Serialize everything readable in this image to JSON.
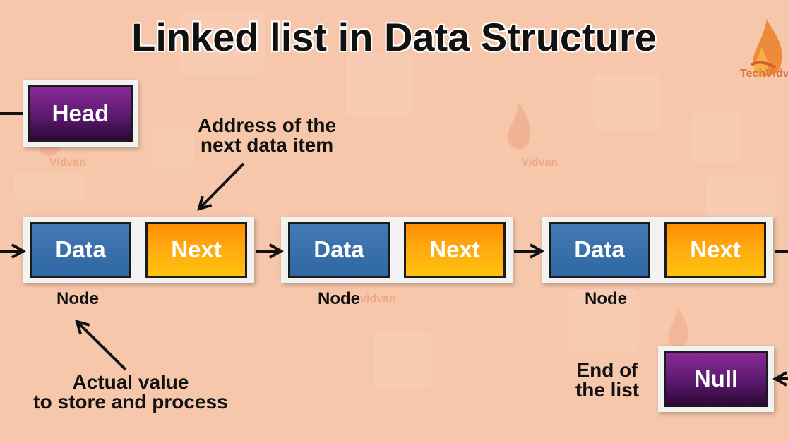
{
  "title": "Linked list in Data Structure",
  "head_label": "Head",
  "null_label": "Null",
  "nodes": [
    {
      "data": "Data",
      "next": "Next",
      "caption": "Node"
    },
    {
      "data": "Data",
      "next": "Next",
      "caption": "Node"
    },
    {
      "data": "Data",
      "next": "Next",
      "caption": "Node"
    }
  ],
  "annotations": {
    "address_line1": "Address of the",
    "address_line2": "next data item",
    "value_line1": "Actual value",
    "value_line2": "to store and process",
    "end_line1": "End of",
    "end_line2": "the list"
  },
  "watermarks": [
    "Vidvan",
    "Vidvan",
    "vidvan"
  ],
  "logo_text": "TechVidvan",
  "colors": {
    "background": "#f6c7ab",
    "head_null": "#5b1a6e",
    "data_cell": "#2f68a4",
    "next_cell": "#ffa810",
    "logo": "#e0703c"
  },
  "icons": [
    "flame-logo-icon",
    "arrow-icon"
  ]
}
